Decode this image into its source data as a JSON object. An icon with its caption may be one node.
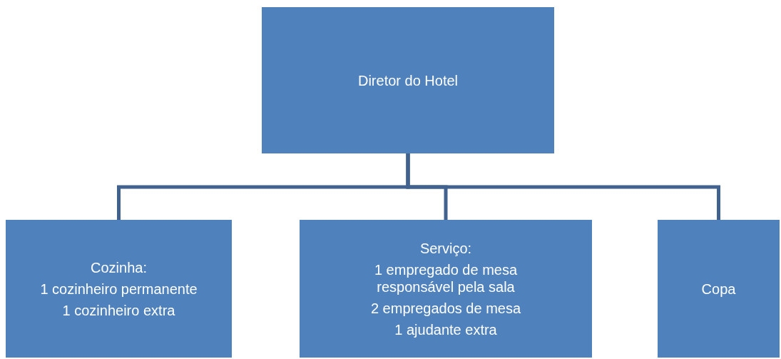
{
  "diagram": {
    "nodes": [
      {
        "text": [
          "Diretor do Hotel"
        ]
      },
      {
        "text": [
          "Cozinha:",
          "1 cozinheiro permanente",
          "1 cozinheiro extra"
        ]
      },
      {
        "text": [
          "Serviço:",
          "1 empregado de mesa responsável pela sala",
          "2 empregados de mesa",
          "1 ajudante extra"
        ]
      },
      {
        "text": [
          "Copa"
        ]
      }
    ],
    "edges": [
      {
        "from": 0,
        "to": 1,
        "arrow": "none"
      },
      {
        "from": 0,
        "to": 2,
        "arrow": "none"
      },
      {
        "from": 0,
        "to": 3,
        "arrow": "none"
      }
    ]
  }
}
